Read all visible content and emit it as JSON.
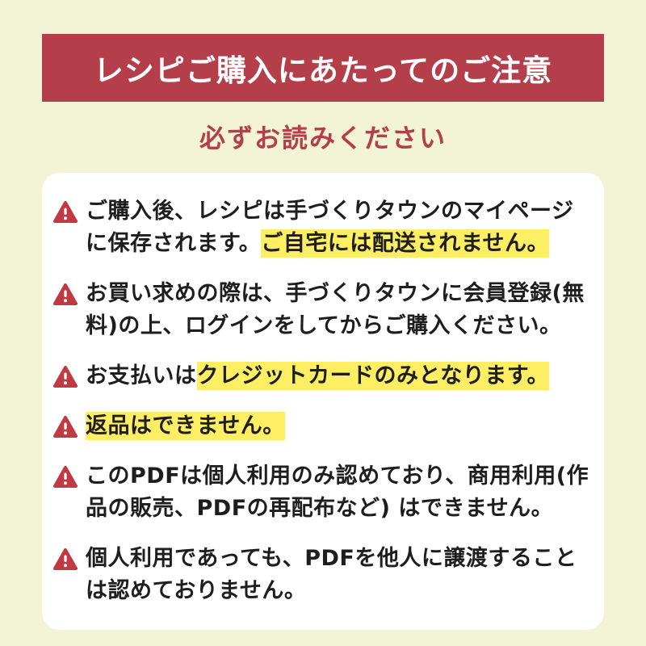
{
  "colors": {
    "page_background": "#f3f3d5",
    "accent_red": "#b43f4a",
    "icon_red": "#c13a43",
    "highlight_yellow": "#fdee63",
    "text": "#1e1e1e",
    "card_background": "#ffffff"
  },
  "header": {
    "title": "レシピご購入にあたってのご注意",
    "subtitle": "必ずお読みください"
  },
  "notices": [
    {
      "pre": "ご購入後、レシピは手づくりタウンのマイページに保存されます。",
      "highlight": "ご自宅には配送されません。",
      "post": ""
    },
    {
      "pre": "お買い求めの際は、手づくりタウンに会員登録(無料)の上、ログインをしてからご購入ください。",
      "highlight": "",
      "post": ""
    },
    {
      "pre": "お支払いは",
      "highlight": "クレジットカードのみとなります。",
      "post": ""
    },
    {
      "pre": "",
      "highlight": "返品はできません。",
      "post": ""
    },
    {
      "pre": "このPDFは個人利用のみ認めており、商用利用(作品の販売、PDFの再配布など) はできません。",
      "highlight": "",
      "post": ""
    },
    {
      "pre": "個人利用であっても、PDFを他人に譲渡することは認めておりません。",
      "highlight": "",
      "post": ""
    }
  ]
}
